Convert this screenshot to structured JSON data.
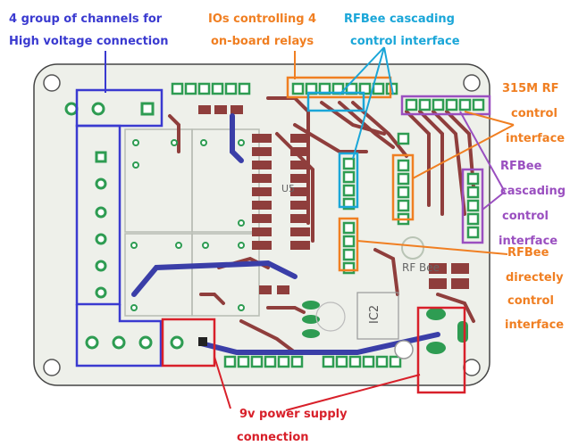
{
  "annotations": {
    "high_voltage": {
      "lines": [
        "4 group of channels for",
        "High voltage connection"
      ],
      "color": "#3a3ad0"
    },
    "ios_relays": {
      "lines": [
        "IOs controlling 4",
        "on-board relays"
      ],
      "color": "#f07f22"
    },
    "rfbee_cascade_top": {
      "lines": [
        "RFBee cascading",
        "control interface"
      ],
      "color": "#1aa6d8"
    },
    "rf315": {
      "lines": [
        "315M RF",
        "control",
        "interface"
      ],
      "color": "#f07f22"
    },
    "rfbee_cascade_right": {
      "lines": [
        "RFBee",
        "cascading",
        "control",
        "interface"
      ],
      "color": "#9a4fc0"
    },
    "rfbee_direct": {
      "lines": [
        "RFBee",
        "directely",
        "control",
        "interface"
      ],
      "color": "#f07f22"
    },
    "power": {
      "lines": [
        "9v power supply",
        "connection"
      ],
      "color": "#d8202a"
    }
  },
  "board": {
    "silkscreen": {
      "ic2": "IC2",
      "rfbee": "RF Bee",
      "big_ic": "U5"
    },
    "colors": {
      "pcb": "#eef0ea",
      "trace_red": "#8f3e3c",
      "trace_blue": "#3a3ea8",
      "pad_green": "#2e9c52"
    }
  }
}
